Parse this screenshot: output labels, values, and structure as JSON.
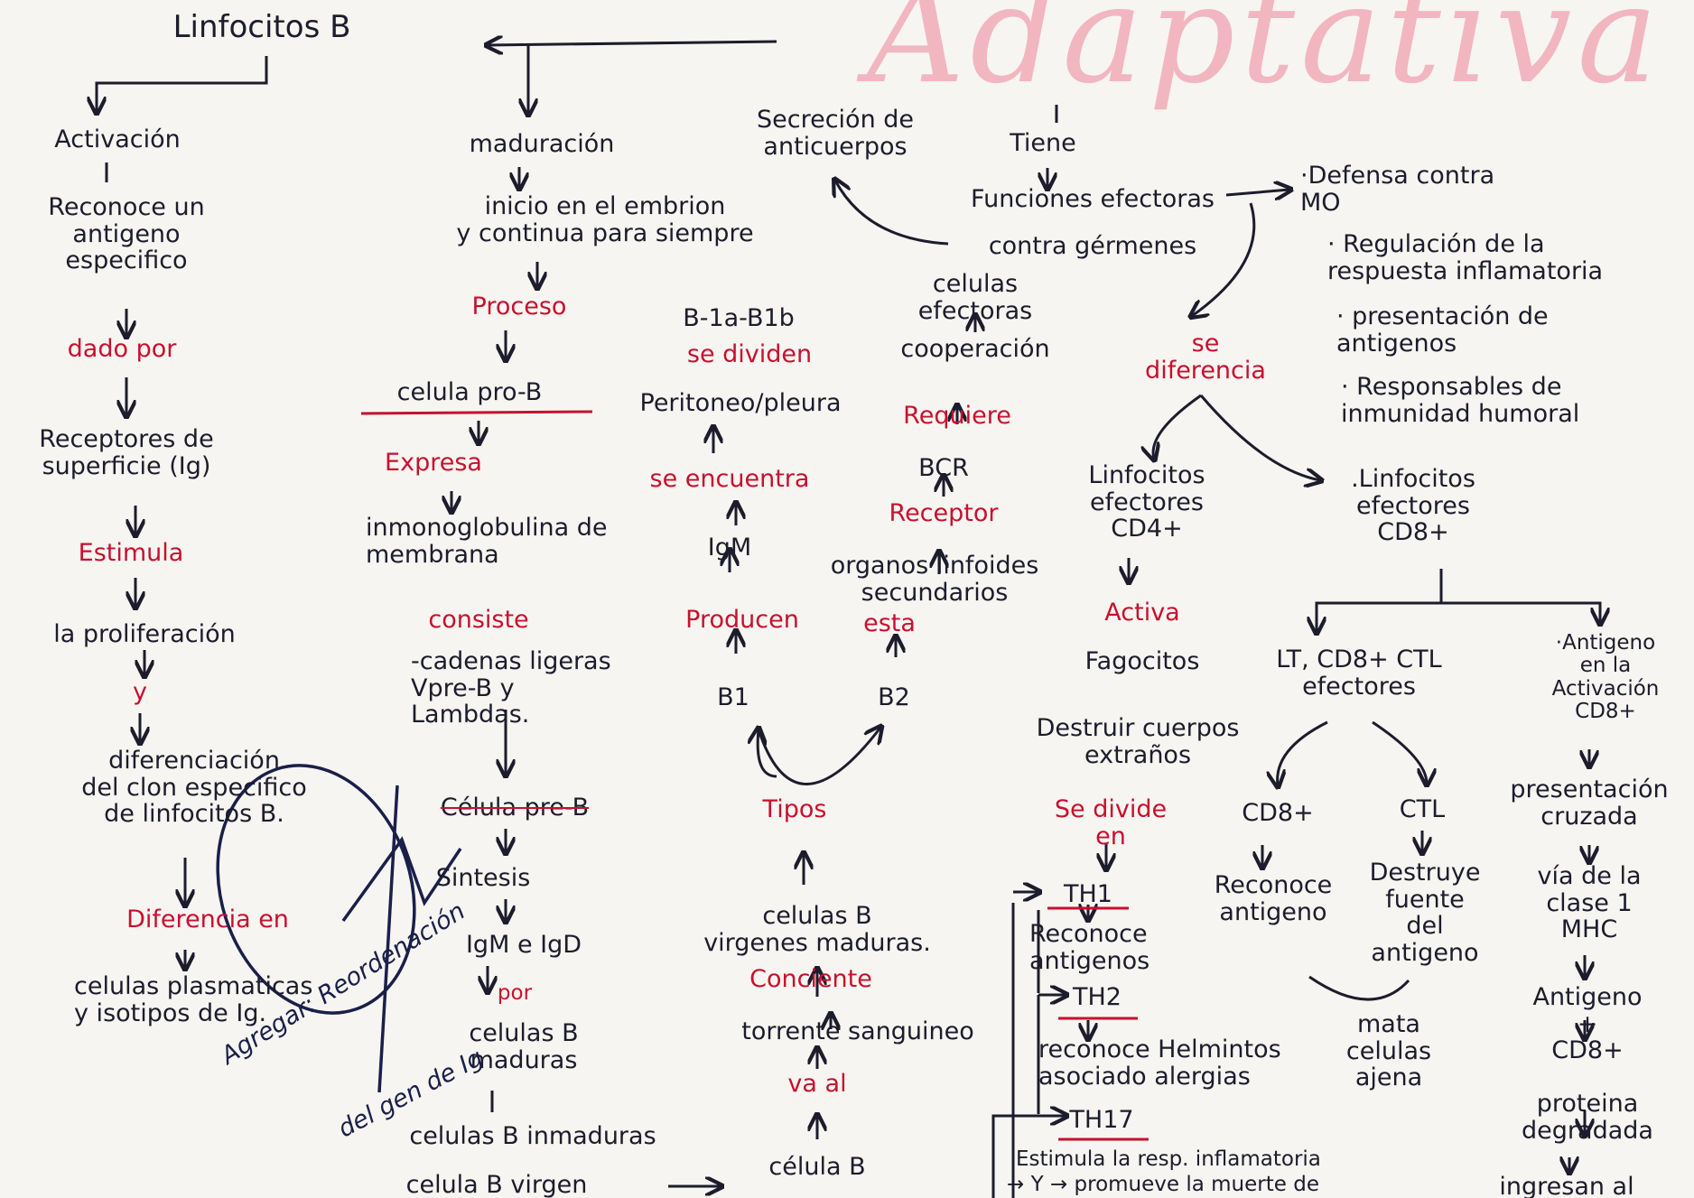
{
  "banner": "Adaptativa",
  "nodes": {
    "title": "Linfocitos B",
    "activacion": "Activación",
    "reconoce": "Reconoce un\nantigeno\nespecifico",
    "dado_por": "dado por",
    "receptores": "Receptores de\nsuperficie (Ig)",
    "estimula": "Estimula",
    "proliferacion": "la proliferación",
    "y": "y",
    "diferenciacion": "diferenciación\ndel clon especifico\nde linfocitos B.",
    "diferencia_en": "Diferencia en",
    "celulas_plasmaticas": "celulas plasmaticas\ny isotipos de Ig.",
    "maduracion": "maduración",
    "inicio": "inicio en el embrion\ny continua para siempre",
    "proceso": "Proceso",
    "pro_b": "celula pro-B",
    "expresa": "Expresa",
    "inmunoglobulina": "inmonoglobulina de\nmembrana",
    "consiste": "consiste",
    "cadenas": "-cadenas ligeras\nVpre-B y\nLambdas.",
    "pre_b": "Célula pre-B",
    "sintesis": "Sintesis",
    "igm_igd": "IgM e IgD",
    "por": "por",
    "maduras": "celulas B\nmaduras",
    "inmaduras": "celulas B inmaduras",
    "virgen": "celula B virgen",
    "b1a": "B-1a-B1b",
    "se_dividen": "se dividen",
    "peritoneo": "Peritoneo/pleura",
    "se_encuentra": "se encuentra",
    "igm": "IgM",
    "producen": "Producen",
    "b1": "B1",
    "b2": "B2",
    "tipos": "Tipos",
    "virgenes": "celulas B\nvirgenes maduras.",
    "conciente": "Conciente",
    "torrente": "torrente sanguineo",
    "va_al": "va al",
    "celula_b": "célula B",
    "celulas_efectoras": "celulas\nefectoras",
    "cooperacion": "cooperación",
    "requiere": "Requiere",
    "bcr": "BCR",
    "receptor": "Receptor",
    "organos": "organos linfoides\nsecundarios",
    "esta": "esta",
    "secrecion": "Secreción de\nanticuerpos",
    "tiene": "Tiene",
    "funciones": "Funciones efectoras",
    "contra": "contra gérmenes",
    "defensa": "·Defensa contra\nMO",
    "regulacion": "· Regulación de la\nrespuesta inflamatoria",
    "presentacion": "· presentación de\nantigenos",
    "responsables": "· Responsables de\ninmunidad humoral",
    "se_diferencia": "se\ndiferencia",
    "cd4": "Linfocitos\nefectores\nCD4+",
    "activa": "Activa",
    "fagocitos": "Fagocitos",
    "destruir": "Destruir cuerpos\nextraños",
    "se_divide_en": "Se divide\nen",
    "th1": "TH1",
    "th1_desc": "Reconoce\nantigenos",
    "th2": "TH2",
    "th2_desc": "reconoce Helmintos\nasociado alergias",
    "th17": "TH17",
    "th17_desc": "Estimula la resp. inflamatoria",
    "promueve": "→ Y → promueve la muerte de",
    "cd8": ".Linfocitos\nefectores\nCD8+",
    "lt_cd8": "LT, CD8+ CTL\nefectores",
    "antigeno_act": "·Antigeno\nen la\nActivación\nCD8+",
    "cd8_plus": "CD8+",
    "reconoce_ant": "Reconoce\nantigeno",
    "ctl": "CTL",
    "destruye": "Destruye\nfuente\ndel\nantigeno",
    "mata": "mata\ncelulas\najena",
    "presentacion_cruzada": "presentación\ncruzada",
    "via": "vía de la\nclase 1\nMHC",
    "antigeno_cd8": "Antigeno\n+\nCD8+",
    "proteina": "proteina\ndegradada",
    "ingresan": "ingresan al"
  },
  "notes": {
    "agregar": "Agregar: Reordenación",
    "del_gen": "del gen de Ig"
  }
}
